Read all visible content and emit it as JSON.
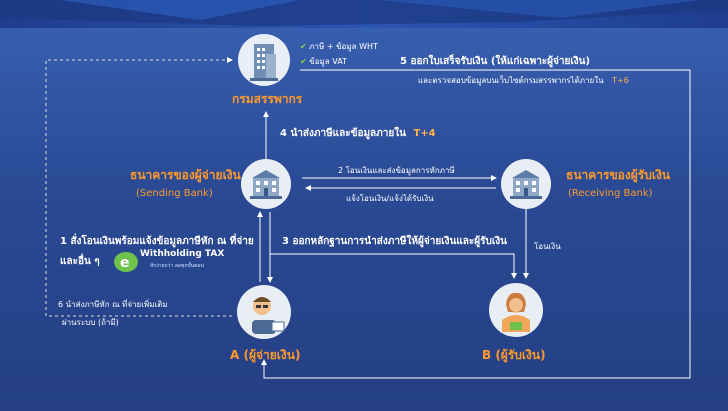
{
  "revenue_dept": {
    "label": "กรมสรรพากร",
    "checks": [
      "ภาษี + ข้อมูล WHT",
      "ข้อมูล VAT"
    ]
  },
  "step5": {
    "line1": "5  ออกใบเสร็จรับเงิน (ให้แก่เฉพาะผู้จ่ายเงิน)",
    "line2": "และตรวจสอบข้อมูลบนเว็บไซต์กรมสรรพากรได้ภายใน",
    "deadline": "T+6"
  },
  "step4": {
    "text": "4  นำส่งภาษีและข้อมูลภายใน",
    "deadline": "T+4"
  },
  "sending_bank": {
    "name": "ธนาคารของผู้จ่ายเงิน",
    "english": "(Sending Bank)"
  },
  "receiving_bank": {
    "name": "ธนาคารของผู้รับเงิน",
    "english": "(Receiving Bank)"
  },
  "step2": {
    "top": "2  โอนเงินและส่งข้อมูลการหักภาษี",
    "bottom": "แจ้งโอนเงิน/แจ้งได้รับเงิน"
  },
  "step1": {
    "line1": "1  สั่งโอนเงินพร้อมแจ้งข้อมูลภาษีหัก ณ ที่จ่าย",
    "line2": "และอื่น ๆ"
  },
  "withholding_logo": {
    "name": "Withholding TAX",
    "tagline": "หักง่ายกว่า ลดทุกขั้นตอน"
  },
  "step3": {
    "text": "3  ออกหลักฐานการนำส่งภาษีให้ผู้จ่ายเงินและผู้รับเงิน"
  },
  "transfer_label": "โอนเงิน",
  "step6": {
    "line1": "6  นำส่งภาษีหัก ณ ที่จ่ายเพิ่มเติม",
    "line2": "ผ่านระบบ (ถ้ามี)"
  },
  "party_a": {
    "label": "A (ผู้จ่ายเงิน)"
  },
  "party_b": {
    "label": "B (ผู้รับเงิน)"
  },
  "colors": {
    "orange": "#ff9a2a",
    "background": "#2f4f9a",
    "line": "#ffffff"
  }
}
